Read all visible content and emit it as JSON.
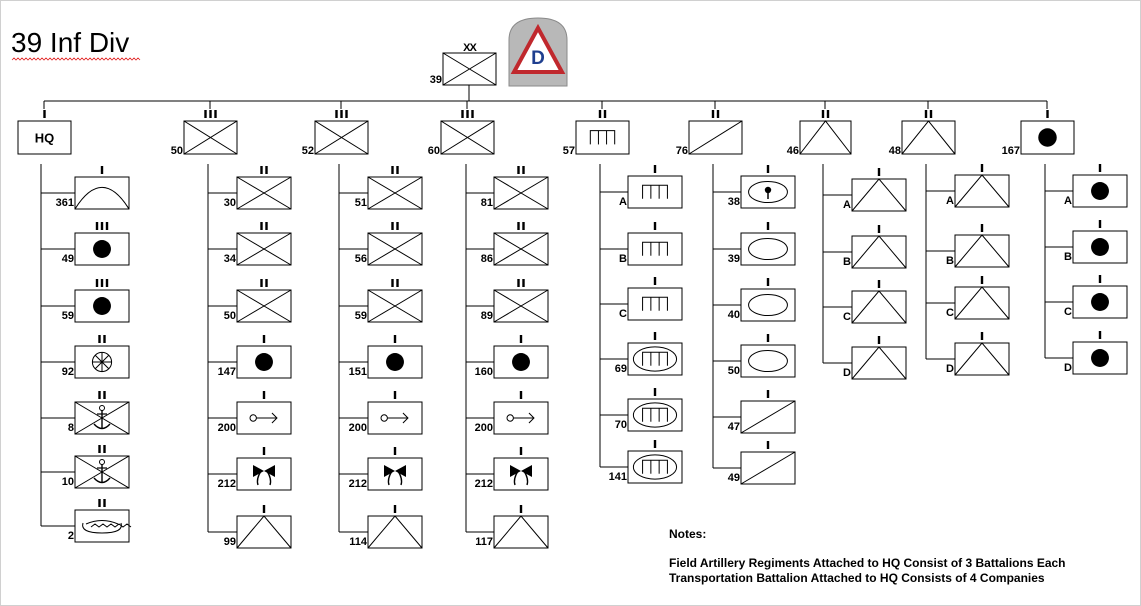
{
  "title": "39 Inf Div",
  "division": {
    "label": "39",
    "size": "XX",
    "patch_letter": "D"
  },
  "columns": [
    {
      "id": "hq",
      "parent": {
        "label": "HQ",
        "size": "I",
        "type": "hq"
      },
      "children": [
        {
          "label": "361",
          "size": "I",
          "type": "arc"
        },
        {
          "label": "49",
          "size": "III",
          "type": "arty"
        },
        {
          "label": "59",
          "size": "III",
          "type": "arty"
        },
        {
          "label": "92",
          "size": "II",
          "type": "wheel"
        },
        {
          "label": "8",
          "size": "II",
          "type": "anchor"
        },
        {
          "label": "10",
          "size": "II",
          "type": "anchor"
        },
        {
          "label": "2",
          "size": "II",
          "type": "transport"
        }
      ]
    },
    {
      "id": "reg-50",
      "parent": {
        "label": "50",
        "size": "III",
        "type": "inf"
      },
      "children": [
        {
          "label": "30",
          "size": "II",
          "type": "inf"
        },
        {
          "label": "34",
          "size": "II",
          "type": "inf"
        },
        {
          "label": "50",
          "size": "II",
          "type": "inf"
        },
        {
          "label": "147",
          "size": "I",
          "type": "arty"
        },
        {
          "label": "200",
          "size": "I",
          "type": "signal"
        },
        {
          "label": "212",
          "size": "I",
          "type": "bow"
        },
        {
          "label": "99",
          "size": "I",
          "type": "tri"
        }
      ]
    },
    {
      "id": "reg-52",
      "parent": {
        "label": "52",
        "size": "III",
        "type": "inf"
      },
      "children": [
        {
          "label": "51",
          "size": "II",
          "type": "inf"
        },
        {
          "label": "56",
          "size": "II",
          "type": "inf"
        },
        {
          "label": "59",
          "size": "II",
          "type": "inf"
        },
        {
          "label": "151",
          "size": "I",
          "type": "arty"
        },
        {
          "label": "200",
          "size": "I",
          "type": "signal"
        },
        {
          "label": "212",
          "size": "I",
          "type": "bow"
        },
        {
          "label": "114",
          "size": "I",
          "type": "tri"
        }
      ]
    },
    {
      "id": "reg-60",
      "parent": {
        "label": "60",
        "size": "III",
        "type": "inf"
      },
      "children": [
        {
          "label": "81",
          "size": "II",
          "type": "inf"
        },
        {
          "label": "86",
          "size": "II",
          "type": "inf"
        },
        {
          "label": "89",
          "size": "II",
          "type": "inf"
        },
        {
          "label": "160",
          "size": "I",
          "type": "arty"
        },
        {
          "label": "200",
          "size": "I",
          "type": "signal"
        },
        {
          "label": "212",
          "size": "I",
          "type": "bow"
        },
        {
          "label": "117",
          "size": "I",
          "type": "tri"
        }
      ]
    },
    {
      "id": "bn-57",
      "parent": {
        "label": "57",
        "size": "II",
        "type": "bridge"
      },
      "children": [
        {
          "label": "A",
          "size": "I",
          "type": "bridge"
        },
        {
          "label": "B",
          "size": "I",
          "type": "bridge"
        },
        {
          "label": "C",
          "size": "I",
          "type": "bridge"
        },
        {
          "label": "69",
          "size": "I",
          "type": "bridge-oval"
        },
        {
          "label": "70",
          "size": "I",
          "type": "bridge-oval"
        },
        {
          "label": "141",
          "size": "I",
          "type": "bridge-oval"
        }
      ]
    },
    {
      "id": "bn-76",
      "parent": {
        "label": "76",
        "size": "II",
        "type": "diag"
      },
      "children": [
        {
          "label": "38",
          "size": "I",
          "type": "oval-dot"
        },
        {
          "label": "39",
          "size": "I",
          "type": "oval"
        },
        {
          "label": "40",
          "size": "I",
          "type": "oval"
        },
        {
          "label": "50",
          "size": "I",
          "type": "oval"
        },
        {
          "label": "47",
          "size": "I",
          "type": "diag"
        },
        {
          "label": "49",
          "size": "I",
          "type": "diag"
        }
      ]
    },
    {
      "id": "bn-46",
      "parent": {
        "label": "46",
        "size": "II",
        "type": "tri"
      },
      "children": [
        {
          "label": "A",
          "size": "I",
          "type": "tri"
        },
        {
          "label": "B",
          "size": "I",
          "type": "tri"
        },
        {
          "label": "C",
          "size": "I",
          "type": "tri"
        },
        {
          "label": "D",
          "size": "I",
          "type": "tri"
        }
      ]
    },
    {
      "id": "bn-48",
      "parent": {
        "label": "48",
        "size": "II",
        "type": "tri"
      },
      "children": [
        {
          "label": "A",
          "size": "I",
          "type": "tri"
        },
        {
          "label": "B",
          "size": "I",
          "type": "tri"
        },
        {
          "label": "C",
          "size": "I",
          "type": "tri"
        },
        {
          "label": "D",
          "size": "I",
          "type": "tri"
        }
      ]
    },
    {
      "id": "bn-167",
      "parent": {
        "label": "167",
        "size": "I",
        "type": "arty"
      },
      "children": [
        {
          "label": "A",
          "size": "I",
          "type": "arty"
        },
        {
          "label": "B",
          "size": "I",
          "type": "arty"
        },
        {
          "label": "C",
          "size": "I",
          "type": "arty"
        },
        {
          "label": "D",
          "size": "I",
          "type": "arty"
        }
      ]
    }
  ],
  "notes": {
    "heading": "Notes:",
    "lines": [
      "Field Artillery Regiments Attached to HQ Consist of 3 Battalions Each",
      "Transportation Battalion Attached to HQ Consists of 4 Companies"
    ]
  },
  "colors": {
    "line": "#000000",
    "patch_bg": "#b8b8b8",
    "patch_triangle": "#c0282d",
    "patch_letter": "#1f3f8f"
  }
}
